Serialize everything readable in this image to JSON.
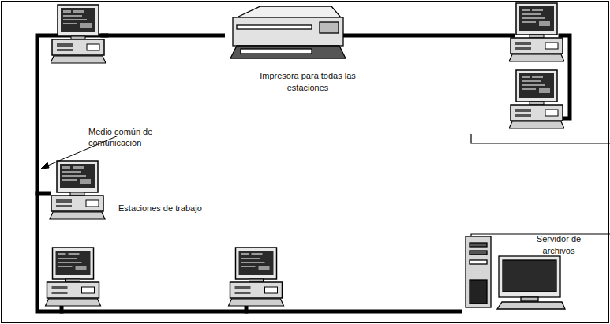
{
  "diagram": {
    "nodes": [
      {
        "text": [
          "Impresora para todas las estaciones"
        ]
      },
      {
        "text": [
          "Servidor de archivos"
        ]
      }
    ],
    "edges": [
      {
        "from": 0,
        "to": 1,
        "arrow": "none"
      }
    ],
    "labels": [
      "Medio común de comunicación",
      "Estaciones de trabajo"
    ]
  }
}
